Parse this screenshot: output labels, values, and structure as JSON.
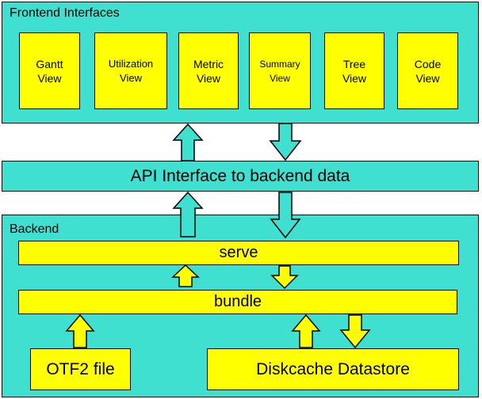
{
  "frontend": {
    "title": "Frontend Interfaces",
    "views": [
      {
        "label": "Gantt\nView"
      },
      {
        "label": "Utilization\nView"
      },
      {
        "label": "Metric\nView"
      },
      {
        "label": "Summary\nView"
      },
      {
        "label": "Tree\nView"
      },
      {
        "label": "Code\nView"
      }
    ]
  },
  "api": {
    "label": "API Interface to backend data"
  },
  "backend": {
    "title": "Backend",
    "serve": "serve",
    "bundle": "bundle",
    "otf2": "OTF2 file",
    "diskcache": "Diskcache Datastore"
  },
  "colors": {
    "teal": "#40e0d0",
    "yellow": "#ffff00",
    "border": "#000000"
  }
}
